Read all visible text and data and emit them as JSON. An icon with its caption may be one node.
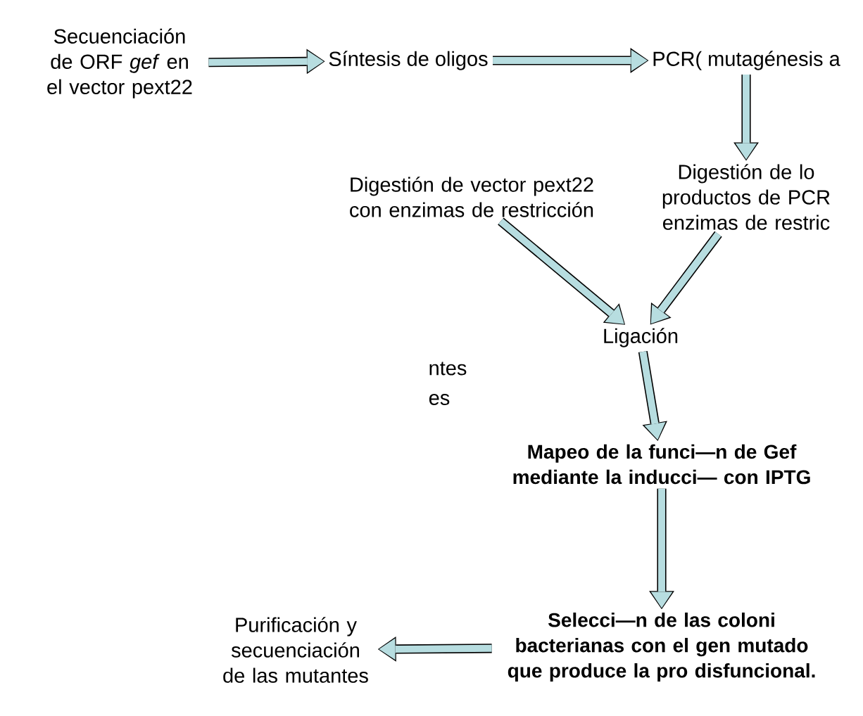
{
  "diagram": {
    "nodes": [
      {
        "text": [
          "Secuenciación de ORF *gef* en el vector pext22"
        ]
      },
      {
        "text": [
          "Síntesis de oligos"
        ]
      },
      {
        "text": [
          "PCR( mutagénesis a"
        ]
      },
      {
        "text": [
          "Digestión de vector pext22 con enzimas de restricción"
        ]
      },
      {
        "text": [
          "Digestión de lo productos de PCR enzimas de restric"
        ]
      },
      {
        "text": [
          "Ligación"
        ]
      },
      {
        "text": [
          "Mapeo de la funci—n de Gef mediante la inducci— con IPTG"
        ]
      },
      {
        "text": [
          "Selecci—n de las coloni bacterianas con el gen mutado que produce la pro disfuncional."
        ]
      },
      {
        "text": [
          "Purificación y secuenciación de las mutantes"
        ]
      }
    ],
    "edges": [
      {
        "from": 0,
        "to": 1,
        "arrow": "to"
      },
      {
        "from": 1,
        "to": 2,
        "arrow": "to"
      },
      {
        "from": 2,
        "to": 4,
        "arrow": "to"
      },
      {
        "from": 3,
        "to": 5,
        "arrow": "to"
      },
      {
        "from": 4,
        "to": 5,
        "arrow": "to"
      },
      {
        "from": 5,
        "to": 6,
        "arrow": "to"
      },
      {
        "from": 6,
        "to": 7,
        "arrow": "to"
      },
      {
        "from": 7,
        "to": 8,
        "arrow": "to"
      }
    ],
    "labels": [
      "ntes",
      "es"
    ]
  }
}
